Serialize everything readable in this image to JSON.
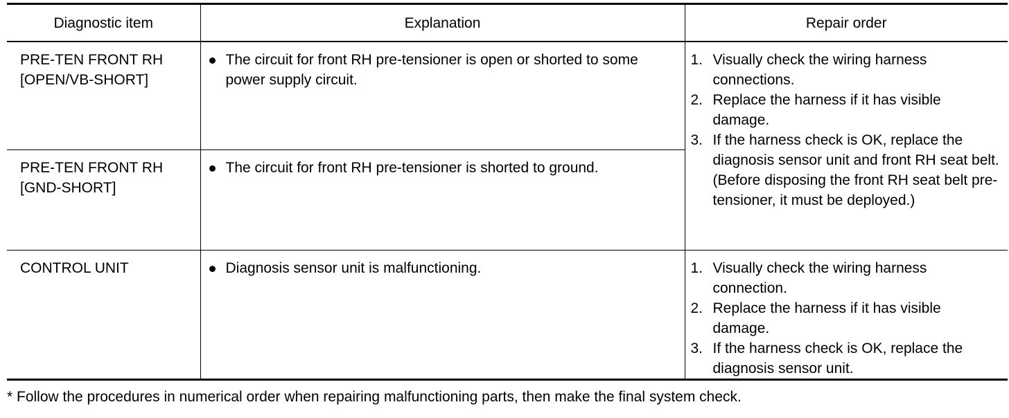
{
  "table": {
    "headers": [
      "Diagnostic item",
      "Explanation",
      "Repair order"
    ],
    "rows": [
      {
        "item_line1": "PRE-TEN FRONT RH",
        "item_line2": "[OPEN/VB-SHORT]",
        "explanation": "The circuit for front RH pre-tensioner is open or shorted to some power supply circuit."
      },
      {
        "item_line1": "PRE-TEN FRONT RH",
        "item_line2": "[GND-SHORT]",
        "explanation": "The circuit for front RH pre-tensioner is shorted to ground."
      },
      {
        "item_line1": "CONTROL UNIT",
        "item_line2": "",
        "explanation": "Diagnosis sensor unit is malfunctioning."
      }
    ],
    "repair_pretensioner": {
      "steps": [
        {
          "num": "1.",
          "text": "Visually check the wiring harness connections."
        },
        {
          "num": "2.",
          "text": "Replace the harness if it has visible damage."
        },
        {
          "num": "3.",
          "text": "If the harness check is OK, replace the diagnosis sensor unit and front RH seat belt."
        }
      ],
      "note": "(Before disposing the front RH seat belt pre-tensioner, it must be deployed.)"
    },
    "repair_control_unit": {
      "steps": [
        {
          "num": "1.",
          "text": "Visually check the wiring harness connection."
        },
        {
          "num": "2.",
          "text": "Replace the harness if it has visible damage."
        },
        {
          "num": "3.",
          "text": "If the harness check is OK, replace the diagnosis sensor unit."
        }
      ]
    }
  },
  "footnote": "* Follow the procedures in numerical order when repairing malfunctioning parts, then make the final system check."
}
